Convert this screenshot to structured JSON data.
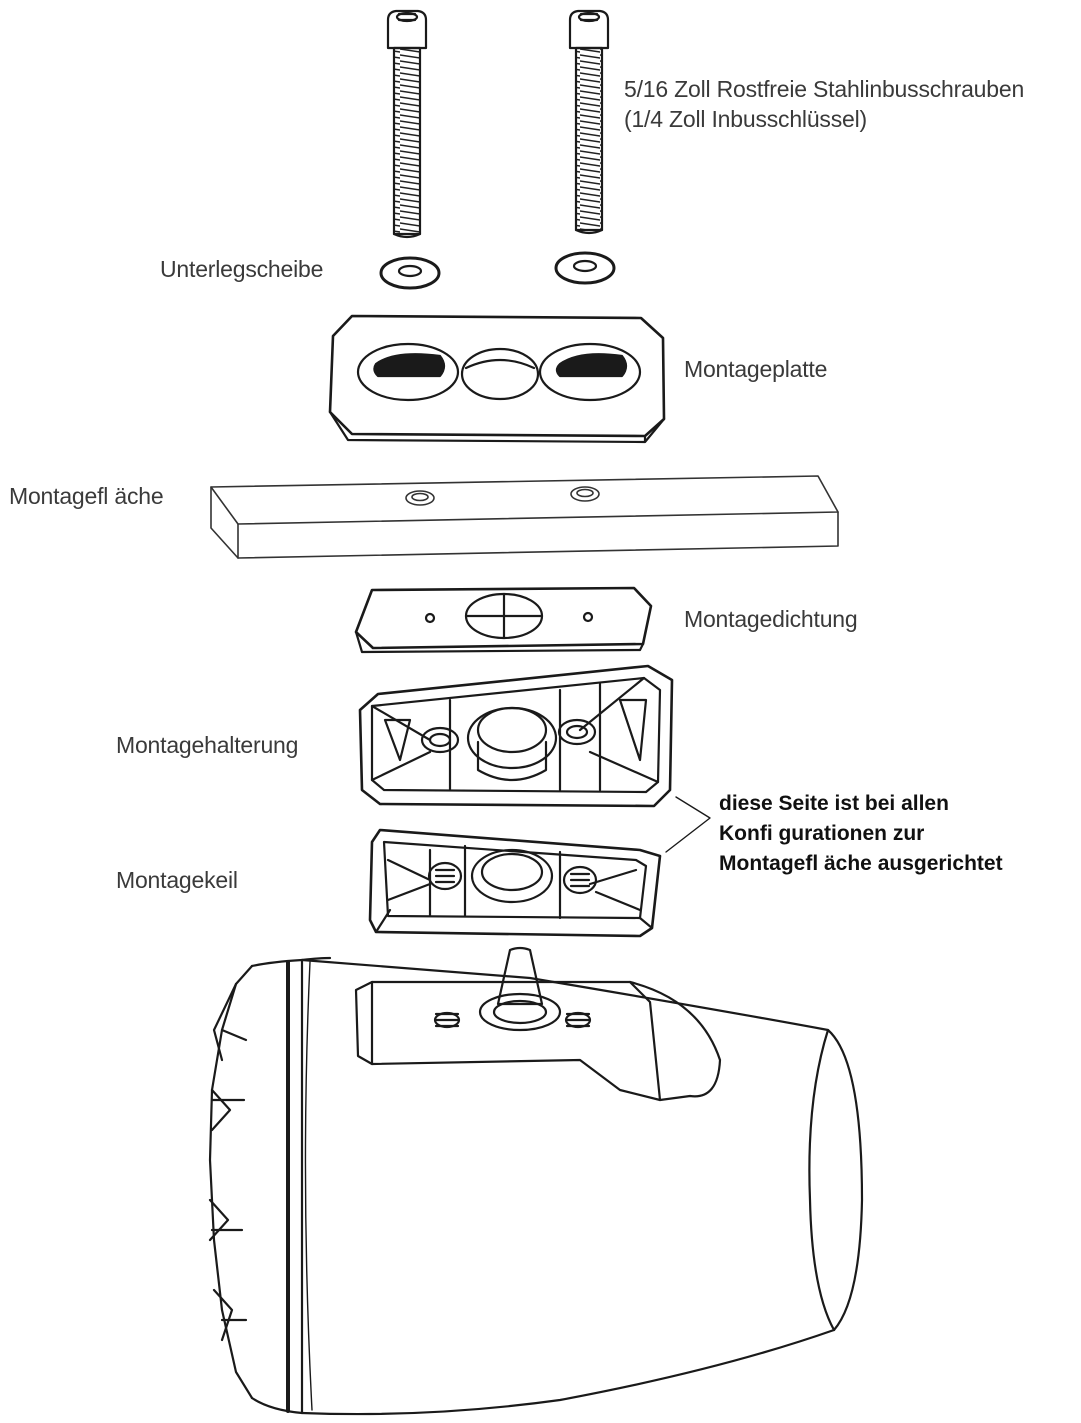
{
  "colors": {
    "line": "#1a1a1a",
    "label": "#3a3a3a",
    "note": "#111111",
    "background": "#ffffff"
  },
  "labels": {
    "bolts_line1": "5/16 Zoll Rostfreie Stahlinbusschrauben",
    "bolts_line2": "(1/4 Zoll Inbusschlüssel)",
    "washer": "Unterlegscheibe",
    "mounting_plate": "Montageplatte",
    "mounting_surface": "Montagefl äche",
    "mounting_gasket": "Montagedichtung",
    "mounting_bracket": "Montagehalterung",
    "mounting_wedge": "Montagekeil"
  },
  "note": {
    "line1": "diese Seite ist bei allen",
    "line2": "Konfi gurationen zur",
    "line3": "Montagefl äche ausgerichtet"
  }
}
